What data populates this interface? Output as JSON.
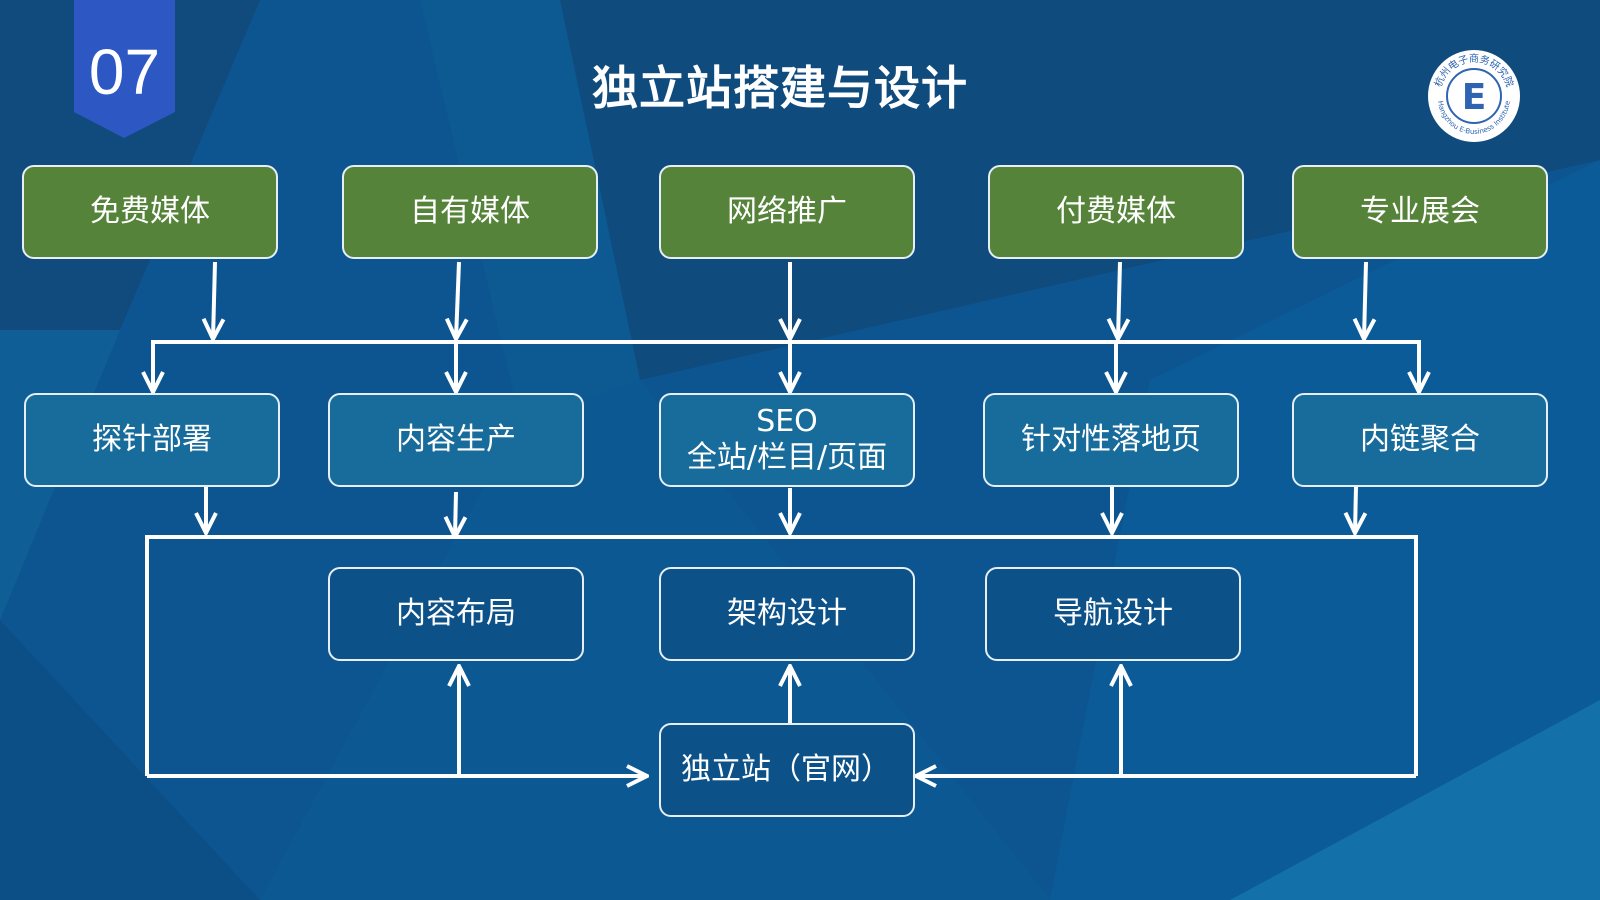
{
  "slide": {
    "number": "07",
    "title": "独立站搭建与设计"
  },
  "colors": {
    "background": "#0d5590",
    "badge": "#2d58c4",
    "top_boxes": "#55833a",
    "mid_boxes": "#176c9b",
    "inner_boxes": "#0c5289",
    "connectors": "#ffffff"
  },
  "logo": {
    "text_top": "杭州电子商务研究院",
    "text_bottom": "Hangzhou E-Business Institute",
    "mark": "E"
  },
  "diagram": {
    "sources": [
      {
        "id": "src-1",
        "label": "免费媒体"
      },
      {
        "id": "src-2",
        "label": "自有媒体"
      },
      {
        "id": "src-3",
        "label": "网络推广"
      },
      {
        "id": "src-4",
        "label": "付费媒体"
      },
      {
        "id": "src-5",
        "label": "专业展会"
      }
    ],
    "methods": [
      {
        "id": "mth-1",
        "label": "探针部署"
      },
      {
        "id": "mth-2",
        "label": "内容生产"
      },
      {
        "id": "mth-3",
        "label": "SEO",
        "label2": "全站/栏目/页面"
      },
      {
        "id": "mth-4",
        "label": "针对性落地页"
      },
      {
        "id": "mth-5",
        "label": "内链聚合"
      }
    ],
    "designs": [
      {
        "id": "dsn-1",
        "label": "内容布局"
      },
      {
        "id": "dsn-2",
        "label": "架构设计"
      },
      {
        "id": "dsn-3",
        "label": "导航设计"
      }
    ],
    "core": {
      "id": "core",
      "label": "独立站（官网）"
    }
  }
}
